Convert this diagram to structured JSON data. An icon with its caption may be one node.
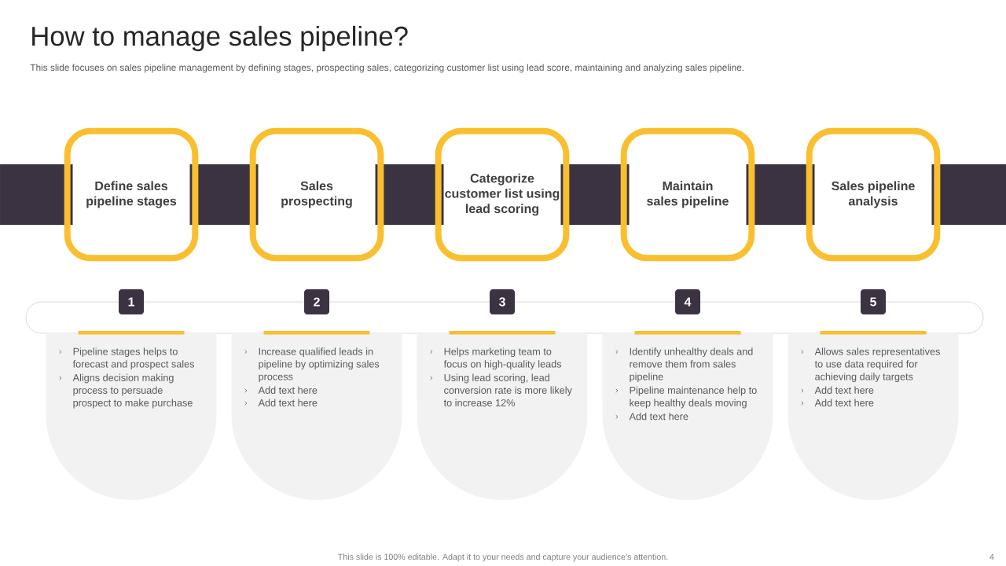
{
  "diagram": {
    "title": "How to manage sales pipeline?",
    "nodes": [
      {
        "text": [
          "Define sales pipeline stages"
        ]
      },
      {
        "text": [
          "Sales prospecting"
        ]
      },
      {
        "text": [
          "Categorize customer list using lead scoring"
        ]
      },
      {
        "text": [
          "Maintain sales pipeline"
        ]
      },
      {
        "text": [
          "Sales pipeline analysis"
        ]
      },
      {
        "text": [
          "1"
        ]
      },
      {
        "text": [
          "2"
        ]
      },
      {
        "text": [
          "3"
        ]
      },
      {
        "text": [
          "4"
        ]
      },
      {
        "text": [
          "5"
        ]
      },
      {
        "text": [
          "Pipeline stages helps to forecast and prospect sales",
          "Aligns decision making process to persuade prospect to make purchase"
        ]
      },
      {
        "text": [
          "Increase qualified leads in pipeline by optimizing sales process",
          "Add text here",
          "Add text here"
        ]
      },
      {
        "text": [
          "Helps marketing team to focus on high-quality leads",
          "Using lead scoring, lead conversion rate is more likely to increase 12%"
        ]
      },
      {
        "text": [
          "Identify unhealthy deals and remove them from sales pipeline",
          "Pipeline maintenance help to keep healthy deals moving",
          "Add text here"
        ]
      },
      {
        "text": [
          "Allows sales representatives to use data required for achieving daily targets",
          "Add text here",
          "Add text here"
        ]
      }
    ],
    "labels": [
      "This slide focuses on sales pipeline management by defining stages, prospecting sales, categorizing customer list using lead score, maintaining and analyzing sales pipeline.",
      "This slide is 100% editable. Adapt it to your needs and capture your audience's attention.",
      "4"
    ]
  }
}
